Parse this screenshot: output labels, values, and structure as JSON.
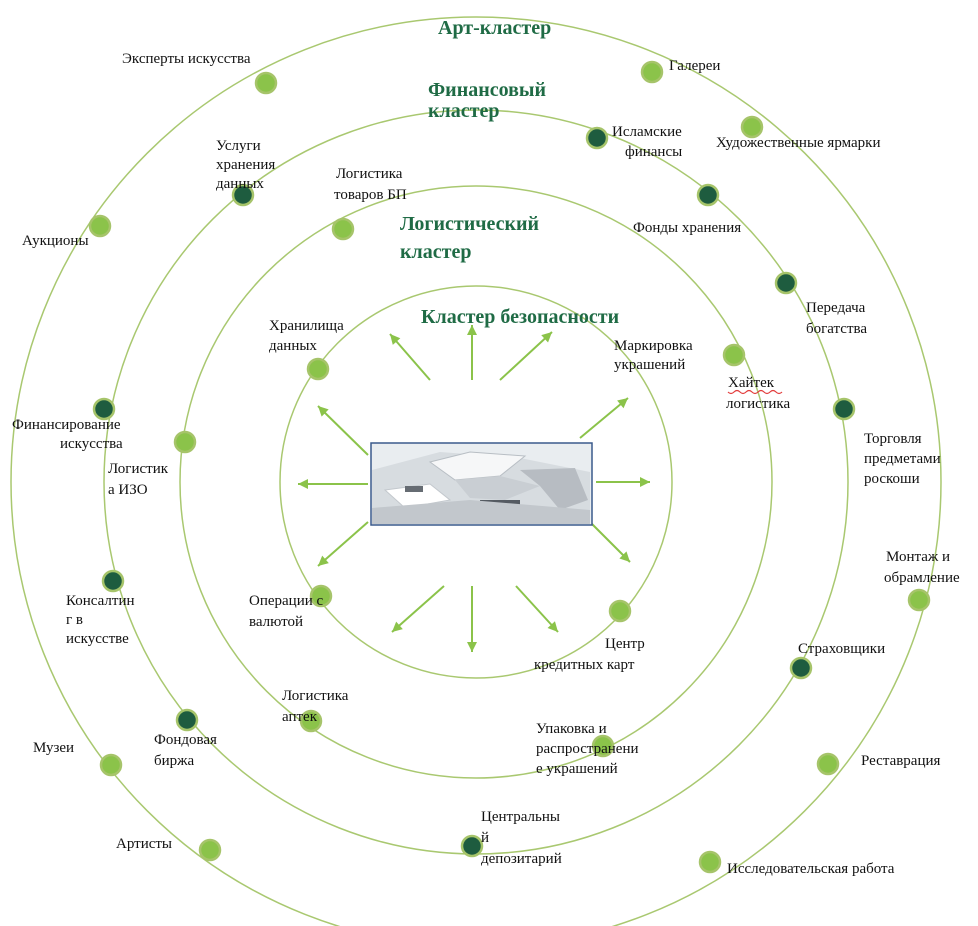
{
  "clusters": [
    {
      "id": "art",
      "title": [
        "Арт-кластер"
      ]
    },
    {
      "id": "finance",
      "title": [
        "Финансовый",
        "кластер"
      ]
    },
    {
      "id": "logistics",
      "title": [
        "Логистический",
        "кластер"
      ]
    },
    {
      "id": "security",
      "title": [
        "Кластер безопасности"
      ]
    }
  ],
  "nodes": [
    {
      "id": "experts",
      "label": [
        "Эксперты искусства"
      ],
      "color": "#8bc34a"
    },
    {
      "id": "galleries",
      "label": [
        "Галереи"
      ],
      "color": "#8bc34a"
    },
    {
      "id": "art-fairs",
      "label": [
        "Художественные  ярмарки"
      ],
      "color": "#8bc34a"
    },
    {
      "id": "auctions",
      "label": [
        "Аукционы"
      ],
      "color": "#8bc34a"
    },
    {
      "id": "art-financing",
      "label": [
        "Финансирование",
        "искусства"
      ],
      "color": "#1e5c3f"
    },
    {
      "id": "art-consulting",
      "label": [
        "Консалтин",
        "г в",
        "искусстве"
      ],
      "color": "#1e5c3f"
    },
    {
      "id": "museums",
      "label": [
        "Музеи"
      ],
      "color": "#8bc34a"
    },
    {
      "id": "artists",
      "label": [
        "Артисты"
      ],
      "color": "#8bc34a"
    },
    {
      "id": "research",
      "label": [
        "Исследовательская работа"
      ],
      "color": "#8bc34a"
    },
    {
      "id": "restoration",
      "label": [
        "Реставрация"
      ],
      "color": "#8bc34a"
    },
    {
      "id": "mounting",
      "label": [
        "Монтаж и",
        "обрамление"
      ],
      "color": "#8bc34a"
    },
    {
      "id": "luxury-trade",
      "label": [
        "Торговля",
        "предметами",
        "роскоши"
      ],
      "color": "#1e5c3f"
    },
    {
      "id": "wealth-transfer",
      "label": [
        "Передача",
        "богатства"
      ],
      "color": "#1e5c3f"
    },
    {
      "id": "storage-funds",
      "label": [
        "Фонды хранения"
      ],
      "color": "#1e5c3f"
    },
    {
      "id": "islamic-finance",
      "label": [
        "Исламские",
        "финансы"
      ],
      "color": "#1e5c3f"
    },
    {
      "id": "data-storage-services",
      "label": [
        "Услуги",
        "хранения",
        "данных"
      ],
      "color": "#1e5c3f"
    },
    {
      "id": "stock-exchange",
      "label": [
        "Фондовая",
        "биржа"
      ],
      "color": "#1e5c3f"
    },
    {
      "id": "central-depository",
      "label": [
        "Центральны",
        "й",
        "депозитарий"
      ],
      "color": "#1e5c3f"
    },
    {
      "id": "insurers",
      "label": [
        "Страховщики"
      ],
      "color": "#1e5c3f"
    },
    {
      "id": "logistics-bp",
      "label": [
        "Логистика",
        "товаров БП"
      ],
      "color": "#8bc34a"
    },
    {
      "id": "logistics-izo",
      "label": [
        "Логистик",
        "а ИЗО"
      ],
      "color": "#8bc34a"
    },
    {
      "id": "logistics-pharmacy",
      "label": [
        "Логистика",
        "аптек"
      ],
      "color": "#8bc34a"
    },
    {
      "id": "jewelry-packaging",
      "label": [
        "Упаковка и",
        "распространени",
        "е украшений"
      ],
      "color": "#8bc34a"
    },
    {
      "id": "hightech-logistics",
      "label": [
        "Хайтек",
        "логистика"
      ],
      "color": "#8bc34a"
    },
    {
      "id": "data-warehouses",
      "label": [
        "Хранилища",
        "данных"
      ],
      "color": "#8bc34a"
    },
    {
      "id": "jewelry-marking",
      "label": [
        "Маркировка",
        "украшений"
      ],
      "color": "#8bc34a"
    },
    {
      "id": "credit-card-center",
      "label": [
        "Центр",
        "кредитных карт"
      ],
      "color": "#8bc34a"
    },
    {
      "id": "currency-operations",
      "label": [
        "Операции с",
        "валютой"
      ],
      "color": "#8bc34a"
    }
  ],
  "center_image": "building-model-image"
}
